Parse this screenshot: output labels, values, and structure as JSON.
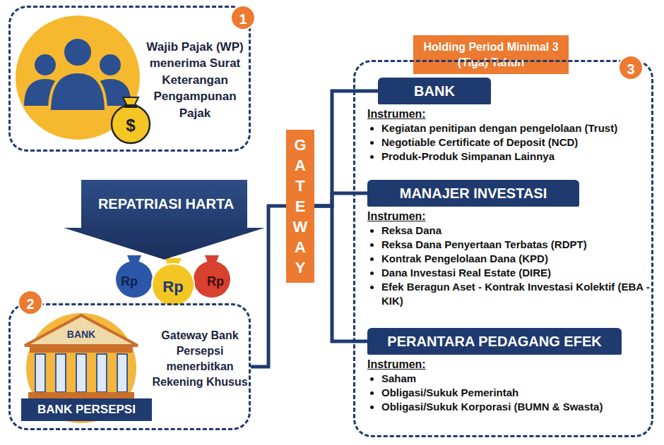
{
  "diagram": {
    "nodes": [
      {
        "text": [
          "1",
          "Wajib Pajak (WP) menerima Surat Keterangan Pengampunan Pajak"
        ]
      },
      {
        "text": [
          "REPATRIASI HARTA"
        ]
      },
      {
        "text": [
          "2",
          "Gateway Bank Persepsi menerbitkan Rekening Khusus"
        ]
      },
      {
        "text": [
          "BANK PERSEPSI"
        ],
        "in": 2
      },
      {
        "text": [
          "GATEWAY"
        ]
      },
      {
        "text": [
          "Holding Period Minimal 3 (Tiga) Tahun"
        ]
      },
      {
        "text": [
          "3"
        ]
      },
      {
        "text": [
          "BANK",
          "Instrumen:",
          "Kegiatan penitipan dengan pengelolaan (Trust)",
          "Negotiable Certificate of Deposit (NCD)",
          "Produk-Produk Simpanan Lainnya"
        ],
        "in": 6
      },
      {
        "text": [
          "MANAJER INVESTASI",
          "Instrumen:",
          "Reksa Dana",
          "Reksa Dana Penyertaan Terbatas (RDPT)",
          "Kontrak Pengelolaan Dana (KPD)",
          "Dana Investasi Real Estate (DIRE)",
          "Efek Beragun Aset - Kontrak Investasi Kolektif (EBA - KIK)"
        ],
        "in": 6
      },
      {
        "text": [
          "PERANTARA PEDAGANG EFEK",
          "Instrumen:",
          "Saham",
          "Obligasi/Sukuk Pemerintah",
          "Obligasi/Sukuk Korporasi (BUMN & Swasta)"
        ],
        "in": 6
      }
    ],
    "edges": [
      {
        "from": 2,
        "to": 4,
        "arrow": "none"
      },
      {
        "from": 4,
        "to": 7,
        "arrow": "none"
      },
      {
        "from": 4,
        "to": 8,
        "arrow": "none"
      },
      {
        "from": 4,
        "to": 9,
        "arrow": "none"
      }
    ],
    "labels": [
      "$",
      "Rp",
      "Rp",
      "Rp",
      "BANK"
    ]
  }
}
